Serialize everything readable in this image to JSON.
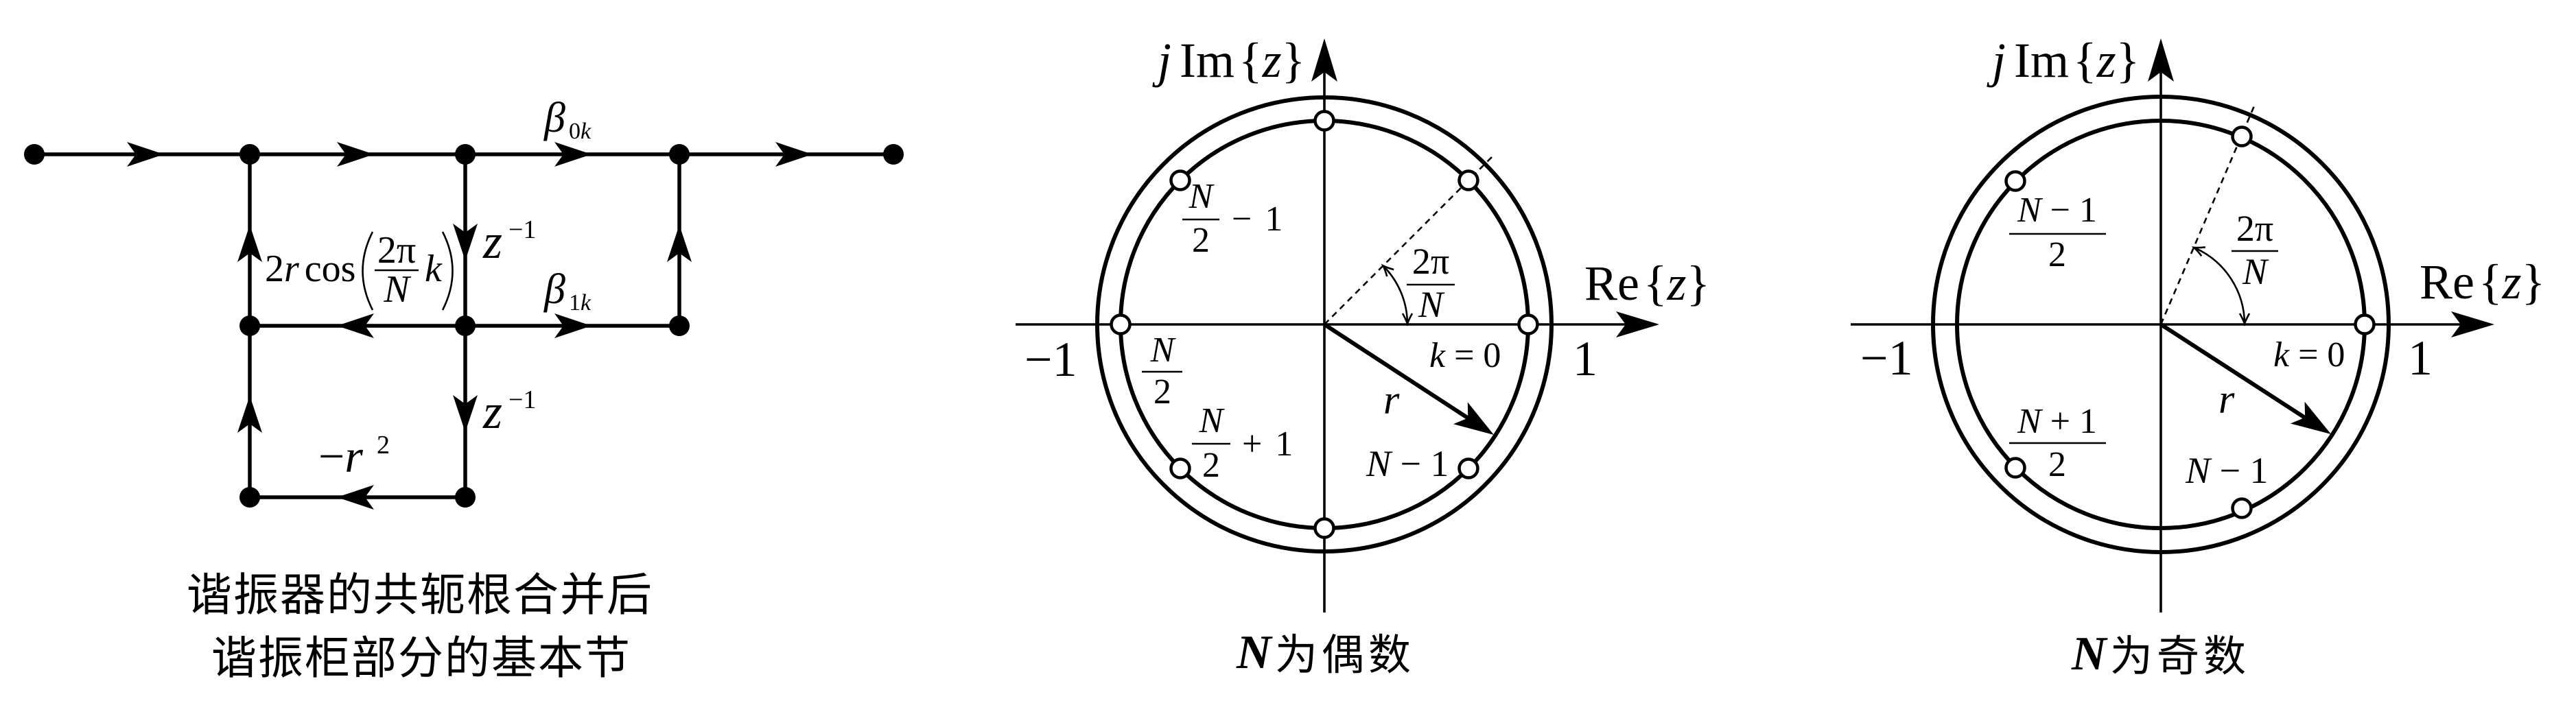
{
  "page": {
    "background": "#ffffff",
    "ink": "#000000"
  },
  "resonator_graph": {
    "caption": [
      "谐振器的共轭根合并后",
      "谐振柜部分的基本节"
    ],
    "beta0": {
      "symbol": "β",
      "sub_num": "0",
      "sub_var": "k"
    },
    "beta1": {
      "symbol": "β",
      "sub_num": "1",
      "sub_var": "k"
    },
    "delay_upper": {
      "var": "z",
      "exp": "−1"
    },
    "delay_lower": {
      "var": "z",
      "exp": "−1"
    },
    "feedback_coef": {
      "lead": "2",
      "var_r": "r",
      "func": "cos",
      "frac_num": "2π",
      "frac_den": "N",
      "var_k": "k"
    },
    "feedback_r2": {
      "sign": "−",
      "var": "r",
      "exp": "2"
    }
  },
  "zplane_even": {
    "imag_axis": {
      "j": "j",
      "op": "Im",
      "open": "{",
      "arg": "z",
      "close": "}"
    },
    "real_axis": {
      "op": "Re",
      "open": "{",
      "arg": "z",
      "close": "}"
    },
    "tick_neg": "−1",
    "tick_pos": "1",
    "angle": {
      "num": "2π",
      "den": "N"
    },
    "radius": "r",
    "k0": {
      "var": "k",
      "rest": " = 0"
    },
    "n_minus_1": {
      "var": "N",
      "rest": " − 1"
    },
    "half_minus_1": {
      "num": "N",
      "den": "2",
      "rest": "− 1"
    },
    "half": {
      "num": "N",
      "den": "2"
    },
    "half_plus_1": {
      "num": "N",
      "den": "2",
      "rest": "+ 1"
    },
    "caption": {
      "var": "N",
      "text": "为偶数"
    },
    "zero_angles_deg": [
      0,
      45,
      90,
      135,
      180,
      225,
      270,
      315
    ]
  },
  "zplane_odd": {
    "imag_axis": {
      "j": "j",
      "op": "Im",
      "open": "{",
      "arg": "z",
      "close": "}"
    },
    "real_axis": {
      "op": "Re",
      "open": "{",
      "arg": "z",
      "close": "}"
    },
    "tick_neg": "−1",
    "tick_pos": "1",
    "angle": {
      "num": "2π",
      "den": "N"
    },
    "radius": "r",
    "k0": {
      "var": "k",
      "rest": " = 0"
    },
    "n_minus_1": {
      "var": "N",
      "rest": " − 1"
    },
    "nm1_half": {
      "num_var": "N",
      "num_rest": " − 1",
      "den": "2"
    },
    "np1_half": {
      "num_var": "N",
      "num_rest": " + 1",
      "den": "2"
    },
    "caption": {
      "var": "N",
      "text": "为奇数"
    },
    "zero_angles_deg": [
      0,
      67,
      135,
      225,
      293
    ]
  }
}
